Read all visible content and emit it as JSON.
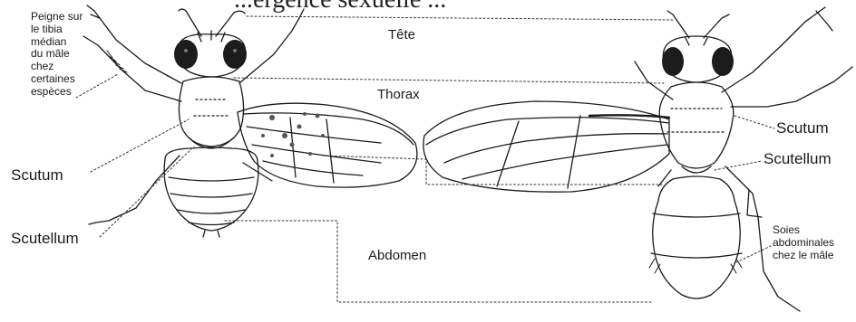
{
  "heading_partial": "...ergence sexuelle ...",
  "labels": {
    "peigne": [
      "Peigne sur",
      "le tibia",
      "médian",
      "du mâle",
      "chez",
      "certaines",
      "espèces"
    ],
    "scutum_left": "Scutum",
    "scutellum_left": "Scutellum",
    "tete": "Tête",
    "thorax": "Thorax",
    "abdomen": "Abdomen",
    "scutum_right": "Scutum",
    "scutellum_right": "Scutellum",
    "soies": [
      "Soies",
      "abdominales",
      "chez le mâle"
    ]
  },
  "colors": {
    "ink": "#1a1a1a",
    "guide": "#333333",
    "eye": "#1c1c1c"
  }
}
